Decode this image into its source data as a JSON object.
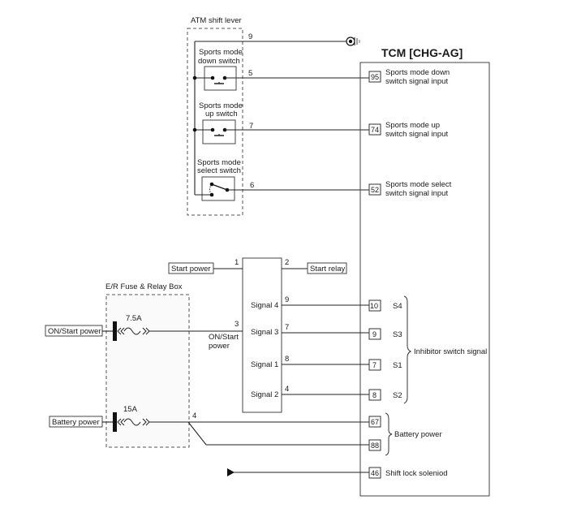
{
  "atm_shift_lever": {
    "title": "ATM shift lever",
    "ground_wire_pin": "9",
    "switches": [
      {
        "name_line1": "Sports mode",
        "name_line2": "down switch",
        "wire_pin": "5"
      },
      {
        "name_line1": "Sports mode",
        "name_line2": "up switch",
        "wire_pin": "7"
      },
      {
        "name_line1": "Sports mode",
        "name_line2": "select switch",
        "wire_pin": "6"
      }
    ]
  },
  "tcm": {
    "title": "TCM [CHG-AG]",
    "inputs": [
      {
        "pin": "95",
        "line1": "Sports mode down",
        "line2": "switch signal input"
      },
      {
        "pin": "74",
        "line1": "Sports mode up",
        "line2": "switch signal input"
      },
      {
        "pin": "52",
        "line1": "Sports mode select",
        "line2": "switch signal input"
      }
    ],
    "inhibitor_pins": [
      {
        "pin": "10",
        "signal": "S4"
      },
      {
        "pin": "9",
        "signal": "S3"
      },
      {
        "pin": "7",
        "signal": "S1"
      },
      {
        "pin": "8",
        "signal": "S2"
      }
    ],
    "inhibitor_label": "Inhibitor switch signal",
    "battery_pins": [
      "67",
      "88"
    ],
    "battery_label": "Battery power",
    "shift_lock_pin": "46",
    "shift_lock_label": "Shift lock soleniod"
  },
  "inhibitor_switch": {
    "pin_start_power": "1",
    "pin_start_relay": "2",
    "start_power_label": "Start power",
    "start_relay_label": "Start relay",
    "pin_on_start": "3",
    "on_start_line1": "ON/Start",
    "on_start_line2": "power",
    "signals": [
      {
        "label": "Signal 4",
        "pin": "9"
      },
      {
        "label": "Signal 3",
        "pin": "7"
      },
      {
        "label": "Signal 1",
        "pin": "8"
      },
      {
        "label": "Signal 2",
        "pin": "4"
      }
    ]
  },
  "fuse_box": {
    "title": "E/R Fuse & Relay Box",
    "fuses": [
      {
        "source": "ON/Start power",
        "rating": "7.5A"
      },
      {
        "source": "Battery power",
        "rating": "15A",
        "out_pin": "4"
      }
    ]
  }
}
